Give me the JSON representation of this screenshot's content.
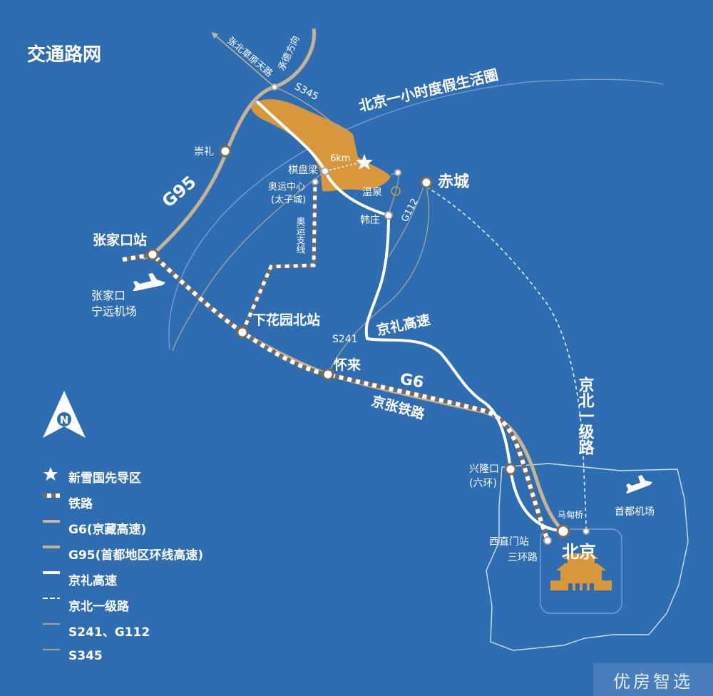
{
  "title": "交通路网",
  "circle_label": "北京一小时度假生活圈",
  "distance_label": "6km",
  "colors": {
    "background": "#2E6DB2",
    "orange": "#D8973A",
    "tan": "#C7B391",
    "rail_dark": "#7A6A57",
    "white": "#FFFFFF"
  },
  "places": {
    "zhangbei_direction": "张北草原天路",
    "chengde_direction": "承德方向",
    "s345": "S345",
    "chongli": "崇礼",
    "g95": "G95",
    "qipanliang": "棋盘梁",
    "aoyun_center_1": "奥运中心",
    "aoyun_center_2": "(太子城)",
    "aoyun_branch": "奥运支线",
    "wenquan": "温泉",
    "chicheng": "赤城",
    "hanzhuang": "韩庄",
    "g112": "G112",
    "zhangjiakou_station": "张家口站",
    "zhangjiakou_airport_1": "张家口",
    "zhangjiakou_airport_2": "宁远机场",
    "xiahuayuan_north": "下花园北站",
    "s241": "S241",
    "jingli_expressway": "京礼高速",
    "huailai": "怀来",
    "g6": "G6",
    "jingzhang_railway": "京张铁路",
    "jingbei_first_road": "京北一级路",
    "xinglongkou_1": "兴隆口",
    "xinglongkou_2": "(六环)",
    "madianqiao": "马甸桥",
    "capital_airport": "首都机场",
    "xizhimen_station": "西直门站",
    "third_ring": "三环路",
    "beijing": "北京"
  },
  "legend": [
    {
      "symbol": "star",
      "label": "新雪国先导区"
    },
    {
      "symbol": "railway",
      "label": "铁路"
    },
    {
      "symbol": "g6-line",
      "label": "G6(京藏高速)"
    },
    {
      "symbol": "g95-line",
      "label": "G95(首都地区环线高速)"
    },
    {
      "symbol": "jingli-line",
      "label": "京礼高速"
    },
    {
      "symbol": "dashed-line",
      "label": "京北一级路"
    },
    {
      "symbol": "thin-line",
      "label": "S241、G112"
    },
    {
      "symbol": "thin-line",
      "label": "S345"
    }
  ],
  "compass": "N",
  "watermark": "优房智选"
}
